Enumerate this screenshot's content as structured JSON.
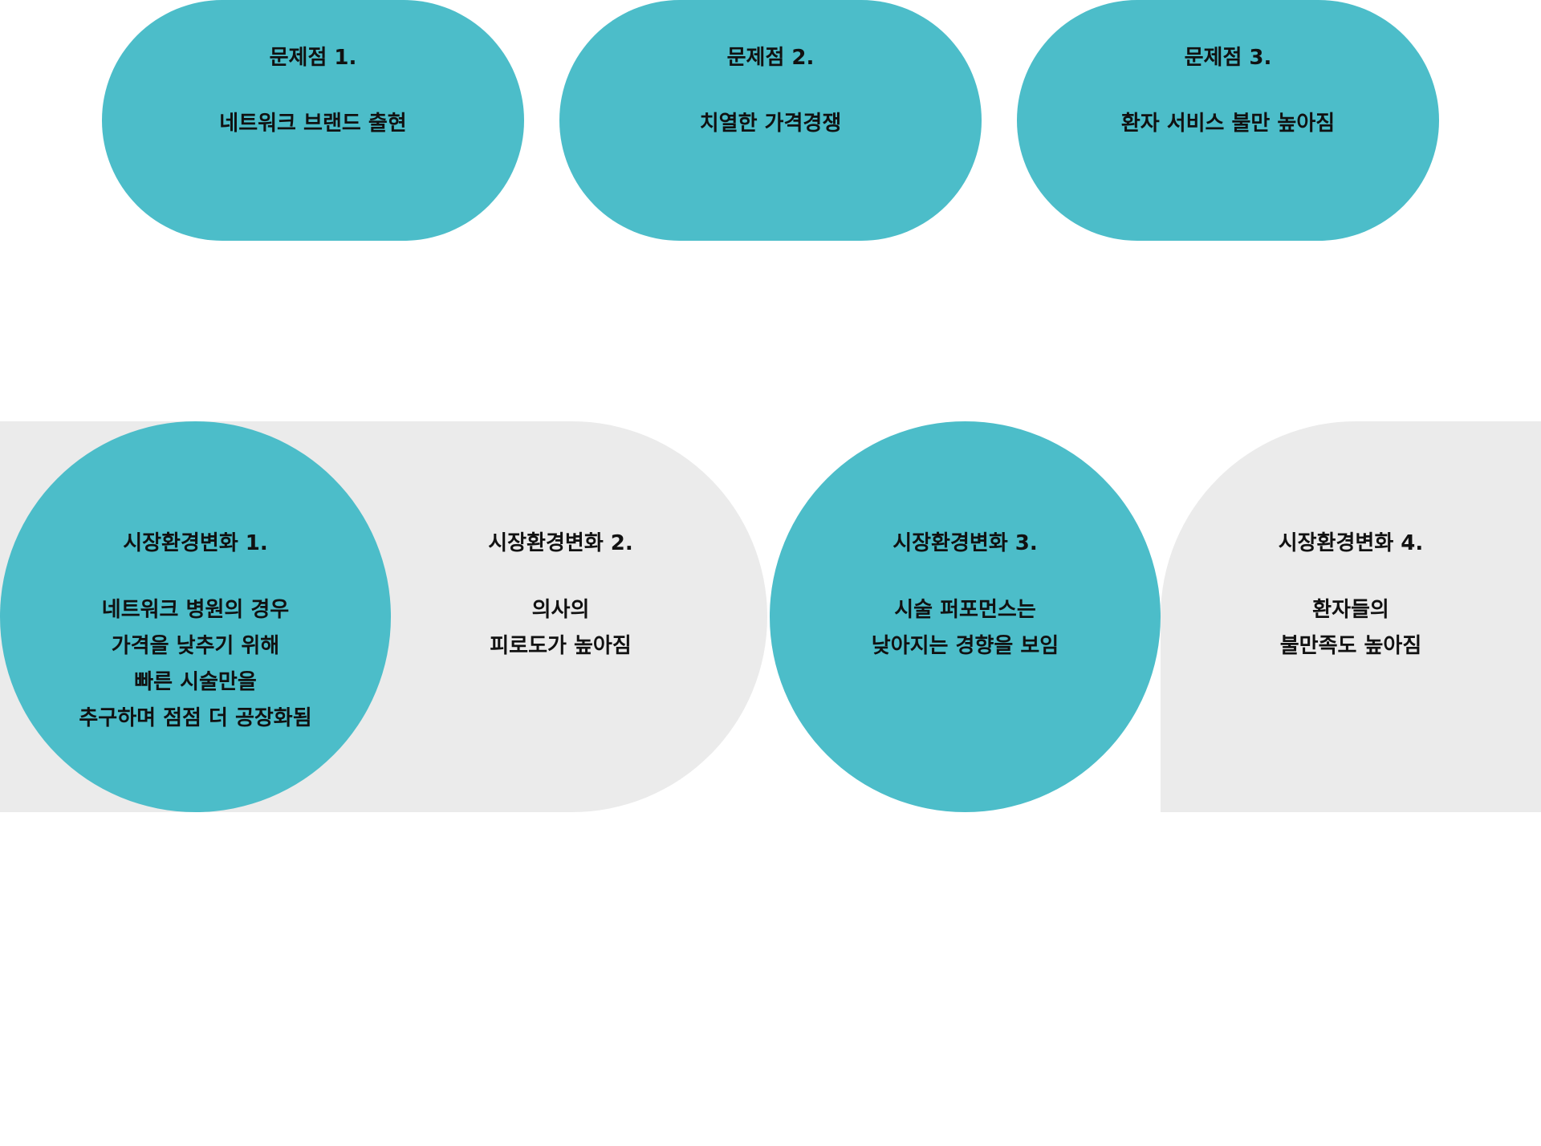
{
  "colors": {
    "teal": "#4cbdc9",
    "gray": "#ebebeb",
    "text": "#111111",
    "background": "#ffffff"
  },
  "problems": [
    {
      "title": "문제점 1.",
      "desc": "네트워크 브랜드 출현"
    },
    {
      "title": "문제점 2.",
      "desc": "치열한 가격경쟁"
    },
    {
      "title": "문제점 3.",
      "desc": "환자 서비스 불만 높아짐"
    }
  ],
  "market_changes": [
    {
      "title": "시장환경변화  1.",
      "lines": [
        "네트워크 병원의 경우",
        "가격을 낮추기 위해",
        "빠른 시술만을",
        "추구하며 점점 더 공장화됨"
      ]
    },
    {
      "title": "시장환경변화  2.",
      "lines": [
        "의사의",
        "피로도가 높아짐"
      ]
    },
    {
      "title": "시장환경변화  3.",
      "lines": [
        "시술 퍼포먼스는",
        "낮아지는 경향을 보임"
      ]
    },
    {
      "title": "시장환경변화  4.",
      "lines": [
        "환자들의",
        "불만족도 높아짐"
      ]
    }
  ]
}
